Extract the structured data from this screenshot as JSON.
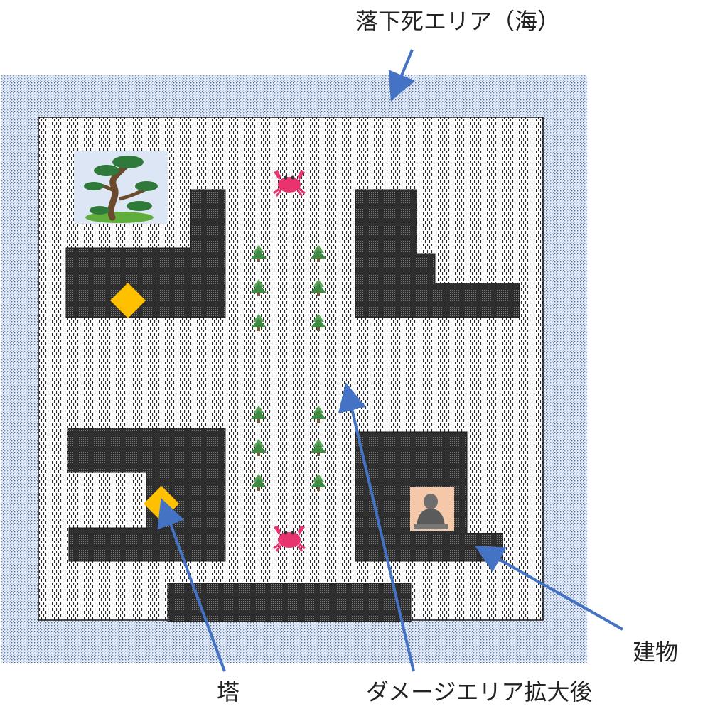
{
  "annotations": {
    "sea_label": "落下死エリア（海）",
    "building_label": "建物",
    "tower_label": "塔",
    "damage_area_label": "ダメージエリア拡大後"
  },
  "colors": {
    "sea_dots": "#4a6fa8",
    "ground_dots": "#2a2a2a",
    "building_fill": "#353535",
    "tower": "#ffc000",
    "arrow": "#4472c4",
    "crab": "#e8336e",
    "tree": "#4d9a4d"
  },
  "icons": {
    "bonsai": "bonsai-tree-icon",
    "statue": "buddha-statue-icon",
    "crab": "crab-icon",
    "tree": "pine-tree-icon",
    "tower": "tower-diamond-icon"
  }
}
